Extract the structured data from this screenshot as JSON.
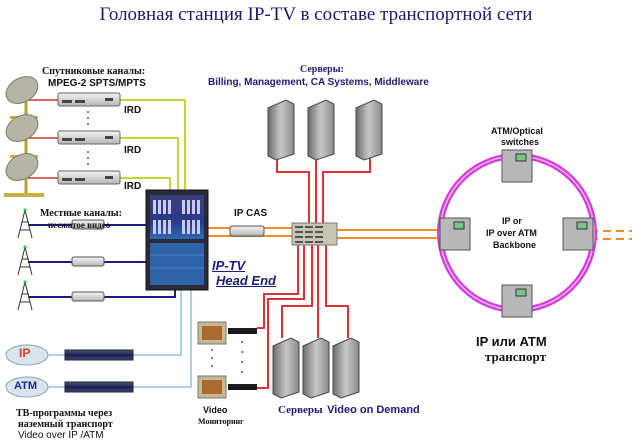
{
  "title": "Головная станция IP-TV в составе транспортной сети",
  "satellite": {
    "label_line1": "Спутниковые каналы:",
    "label_line2": "MPEG-2 SPTS/MPTS",
    "receivers": [
      "IRD",
      "IRD",
      "IRD"
    ]
  },
  "local": {
    "label_line1": "Местные каналы:",
    "label_line2": "несжатое видео"
  },
  "terrestrial": {
    "clouds": [
      "IP",
      "ATM"
    ],
    "label_line1": "ТВ-программы через",
    "label_line2": "наземный транспорт",
    "label_line3": "Video over IP /ATM"
  },
  "headend": {
    "line1": "IP-TV",
    "line2": "Head End"
  },
  "ip_cas": "IP CAS",
  "servers_top": {
    "line1": "Серверы:",
    "line2": "Billing, Management,  CA Systems, Middleware"
  },
  "vod": {
    "prefix": "Серверы",
    "suffix": "Video on Demand"
  },
  "monitoring": {
    "line1": "Video",
    "line2": "Мониторинг"
  },
  "backbone": {
    "switches_line1": "ATM/Optical",
    "switches_line2": "switches",
    "center_line1": "IP or",
    "center_line2": "IP over ATM",
    "center_line3": "Backbone"
  },
  "transport": {
    "line1": "IP или  ATM",
    "line2": "транспорт"
  },
  "colors": {
    "satellite_link": "#c6d62a",
    "local_link": "#1a1a8c",
    "terrestrial_link": "#a9d3e0",
    "server_link": "#e0303a",
    "trunk_link": "#f08a2a",
    "ring": "#d040d8",
    "title": "#1a1a6e"
  }
}
